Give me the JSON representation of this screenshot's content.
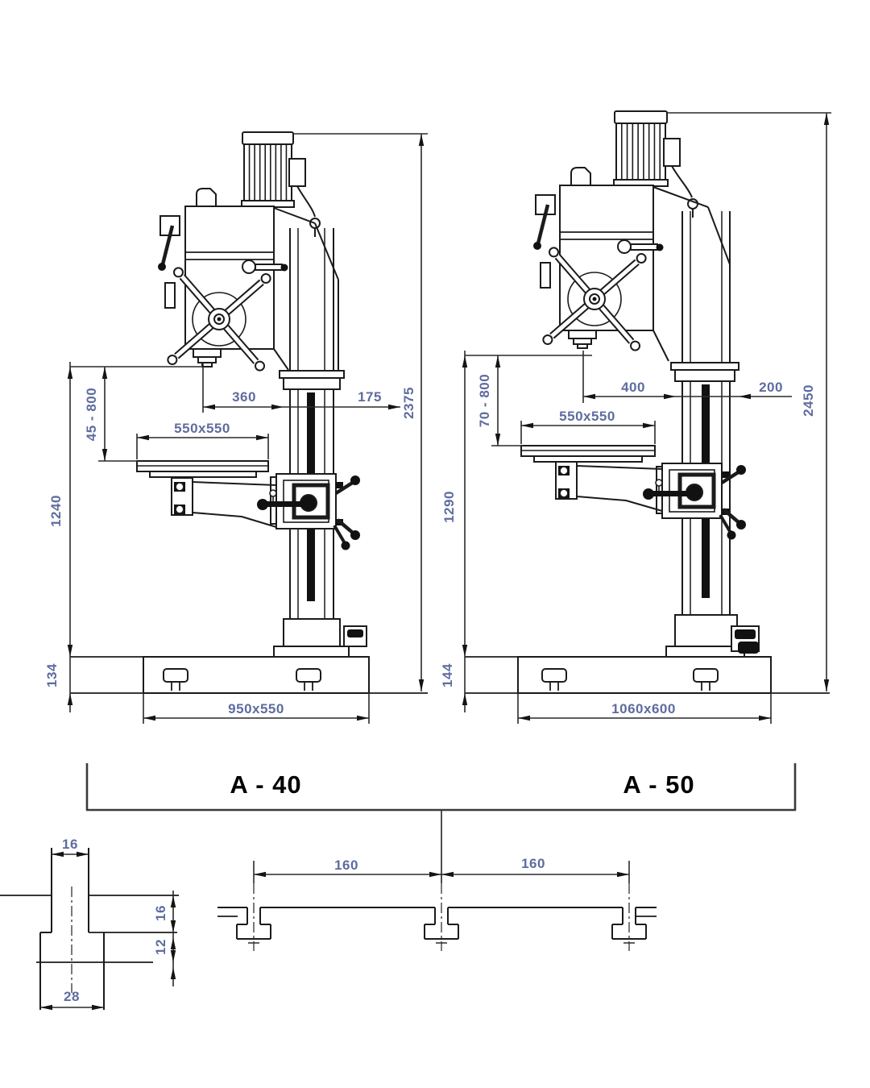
{
  "drawing": {
    "type": "technical-dimension-drawing",
    "background": "#ffffff",
    "colors": {
      "object_line": "#1b1b1b",
      "dimension_line": "#2a2a2a",
      "dimension_text": "#5e6c9e",
      "title_text": "#000000"
    }
  },
  "machines": [
    {
      "id": "a40",
      "title": "A - 40",
      "dims": {
        "total_height": "2375",
        "throat": "360",
        "column_offset": "175",
        "table_size": "550x550",
        "spindle_travel": "45 - 800",
        "table_height": "1240",
        "base_height": "134",
        "base_size": "950x550"
      }
    },
    {
      "id": "a50",
      "title": "A - 50",
      "dims": {
        "total_height": "2450",
        "throat": "400",
        "column_offset": "200",
        "table_size": "550x550",
        "spindle_travel": "70 - 800",
        "table_height": "1290",
        "base_height": "144",
        "base_size": "1060x600"
      }
    }
  ],
  "tslot_detail": {
    "slot_width": "16",
    "slot_depth": "16",
    "cavity_depth": "12",
    "cavity_width": "28"
  },
  "table_section": {
    "spacing_left": "160",
    "spacing_right": "160"
  }
}
